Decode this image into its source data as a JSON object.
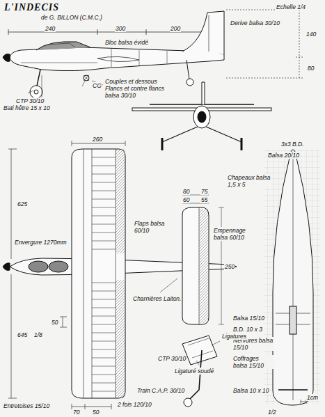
{
  "diagram": {
    "title": "L'INDECIS",
    "labels": [
      "de G. BILLON (C.M.C.)",
      "Echelle 1/4",
      "240",
      "300",
      "200",
      "Bloc balsa évidé",
      "Derive balsa 30/10",
      "140",
      "80",
      "CTP 30/10",
      "CG",
      "Couples et dessous",
      "Flancs et contre flancs",
      "balsa 30/10",
      "Bati hêtre 15 x 10",
      "260",
      "3x3 B.D.",
      "Balsa 20/10",
      "80",
      "75",
      "60",
      "55",
      "Chapeaux balsa 1,5 x 5",
      "625",
      "Envergure 1270mm",
      "Flaps balsa 60/10",
      "Empennage balsa 60/10",
      "250",
      "Charnières Laiton.",
      "Balsa 15/10",
      "B.D. 10 x 3",
      "Nervures balsa 15/10",
      "Coffrages balsa 15/10",
      "50",
      "645",
      "1/8",
      "Ligatures",
      "CTP 30/10",
      "Ligaturé soudé",
      "Train C.A.P. 30/10",
      "Balsa 10 x 10",
      "1/2",
      "1cm",
      "Entretoises 15/10",
      "70",
      "50",
      "2 fois 120/10"
    ]
  }
}
